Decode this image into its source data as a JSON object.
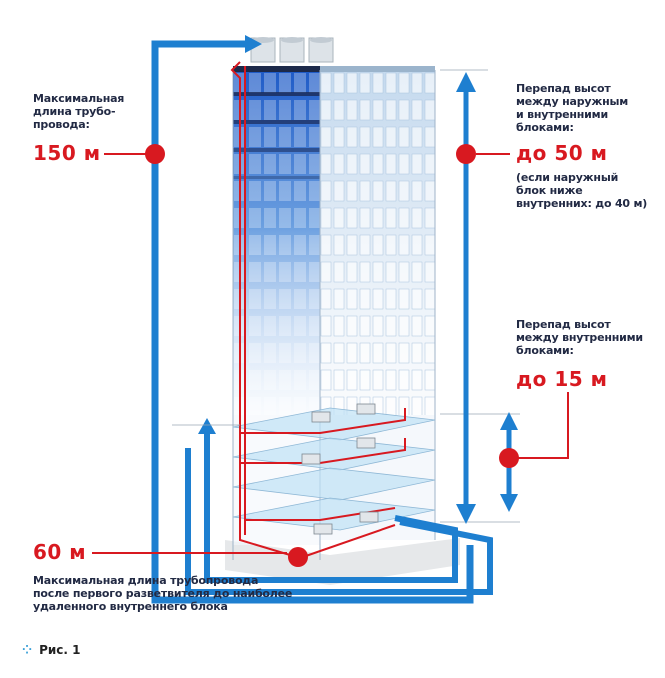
{
  "labels": {
    "max_pipe_length_title": "Максимальная\nдлина трубо-\nпровода:",
    "max_pipe_length_value": "150 м",
    "height_diff_outdoor_title": "Перепад высот\nмежду наружным\nи внутренними\nблоками:",
    "height_diff_outdoor_value": "до 50 м",
    "height_diff_outdoor_note": "(если наружный\nблок ниже\nвнутренних: до 40 м)",
    "height_diff_indoor_title": "Перепад высот\nмежду внутренними\nблоками:",
    "height_diff_indoor_value": "до 15 м",
    "branch_length_value": "60 м",
    "branch_length_title": "Максимальная длина трубопровода\nпосле первого разветвителя до наиболее\nудаленного внутреннего блока"
  },
  "caption": {
    "text": "Рис. 1"
  },
  "colors": {
    "accent_red": "#d81920",
    "pipe_blue": "#1e7fd0",
    "text_dark": "#222a44"
  }
}
